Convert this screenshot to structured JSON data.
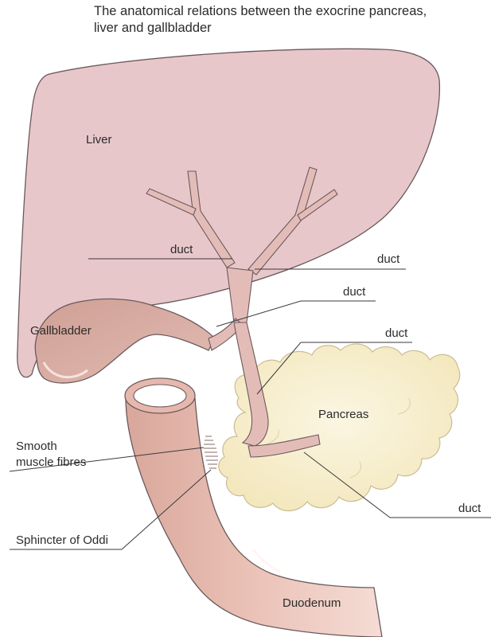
{
  "title": {
    "line1": "The anatomical relations between the exocrine pancreas,",
    "line2": "liver and gallbladder"
  },
  "labels": {
    "liver": "Liver",
    "gallbladder": "Gallbladder",
    "pancreas": "Pancreas",
    "duodenum": "Duodenum",
    "duct_hepatic_left": "duct",
    "duct_hepatic_right": "duct",
    "duct_cystic": "duct",
    "duct_common_bile": "duct",
    "duct_pancreatic": "duct",
    "smooth_muscle_line1": "Smooth",
    "smooth_muscle_line2": "muscle fibres",
    "sphincter": "Sphincter of Oddi"
  },
  "colors": {
    "liver_fill": "#e8c7cb",
    "organ_outline": "#5a4a4a",
    "duct_fill": "#e3bcb8",
    "gallbladder_fill": "#d6a9a0",
    "pancreas_fill": "#f7efcf",
    "duodenum_fill": "#e6b8ad"
  }
}
